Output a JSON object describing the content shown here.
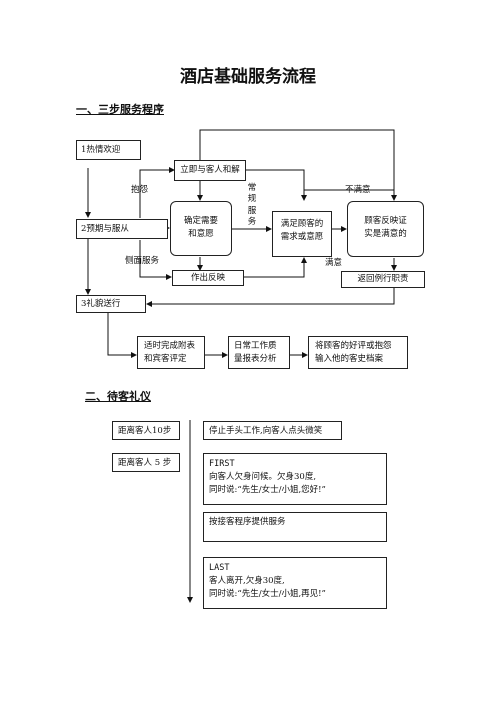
{
  "title": "酒店基础服务流程",
  "section1": {
    "heading": "一、三步服务程序",
    "steps": {
      "welcome": "1热情欢迎",
      "serve": "2预期与服从",
      "farewell": "3礼貌送行"
    },
    "boxes": {
      "immediate": "立即与客人和解",
      "confirm_line1": "确定需要",
      "confirm_line2": "和意愿",
      "satisfy_line1": "满足顾客的",
      "satisfy_line2": "需求或意愿",
      "feedback_line1": "顾客反映证",
      "feedback_line2": "实是满意的",
      "react": "作出反映",
      "return": "返回例行职责",
      "timely_line1": "适时完成附表",
      "timely_line2": "和宾客评定",
      "daily_line1": "日常工作质",
      "daily_line2": "量报表分析",
      "record_line1": "将顾客的好评或抱怨",
      "record_line2": "输入他的客史档案"
    },
    "labels": {
      "complain": "抱怨",
      "routine_1": "常",
      "routine_2": "规",
      "routine_3": "服",
      "routine_4": "务",
      "unsatisfied": "不满意",
      "side_service": "侧面服务",
      "satisfied": "满意"
    }
  },
  "section2": {
    "heading": "二、待客礼仪",
    "distance10": "距离客人10步",
    "distance5": "距离客人 5 步",
    "stop_work": "停止手头工作,向客人点头微笑",
    "first_title": "FIRST",
    "first_line1": "向客人欠身问候。欠身30度,",
    "first_line2": "同时说:“先生/女士/小姐,您好!”",
    "procedure": "按接客程序提供服务",
    "last_title": "LAST",
    "last_line1": "客人离开,欠身30度,",
    "last_line2": "同时说:“先生/女士/小姐,再见!”"
  }
}
